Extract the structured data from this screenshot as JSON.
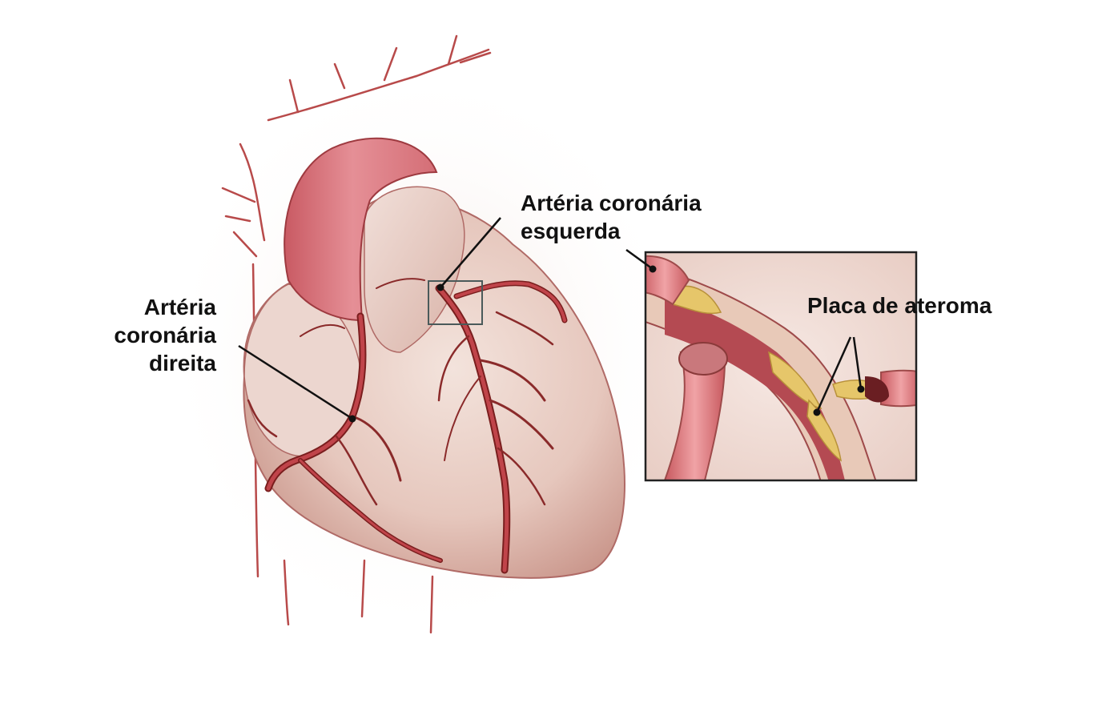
{
  "labels": {
    "left_coronary_artery": [
      "Artéria coronária",
      "esquerda"
    ],
    "right_coronary_artery": [
      "Artéria",
      "coronária",
      "direita"
    ],
    "atheroma_plaque": "Placa de ateroma"
  },
  "colors": {
    "background": "#ffffff",
    "heart_tissue": "#e9cfc7",
    "heart_shadow": "#c9958a",
    "aorta": "#d9727a",
    "artery": "#b23a3a",
    "artery_outline": "#7a1e1e",
    "plaque": "#e6c66a",
    "inset_background": "#efd9d3",
    "label_text": "#111111",
    "leader_line": "#111111"
  },
  "icons": {
    "callout_dot": "filled-circle",
    "detail_box": "rectangle-outline"
  }
}
